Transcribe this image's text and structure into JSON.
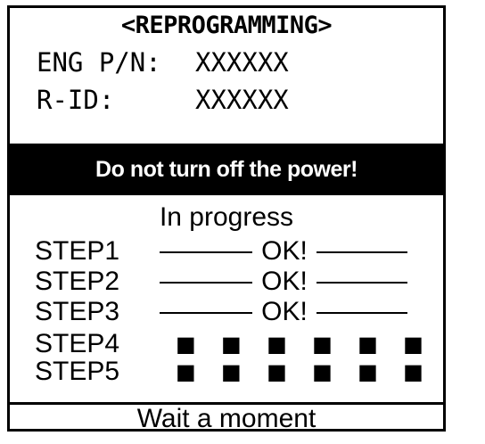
{
  "header": {
    "title": "<REPROGRAMMING>",
    "eng_pn_label": "ENG P/N:",
    "eng_pn_value": "XXXXXX",
    "rid_label": "R-ID:",
    "rid_value": "XXXXXX"
  },
  "warning": {
    "text": "Do not turn off the power!"
  },
  "progress": {
    "heading": "In progress",
    "steps": [
      {
        "name": "STEP1",
        "status": "OK!"
      },
      {
        "name": "STEP2",
        "status": "OK!"
      },
      {
        "name": "STEP3",
        "status": "OK!"
      },
      {
        "name": "STEP4",
        "pending": "■ ■ ■ ■ ■ ■ ■ ■ ■ ■ ■ ■"
      },
      {
        "name": "STEP5",
        "pending": "■ ■ ■ ■ ■ ■ ■ ■ ■ ■ ■ ■"
      }
    ]
  },
  "footer": {
    "text": "Wait a moment"
  }
}
